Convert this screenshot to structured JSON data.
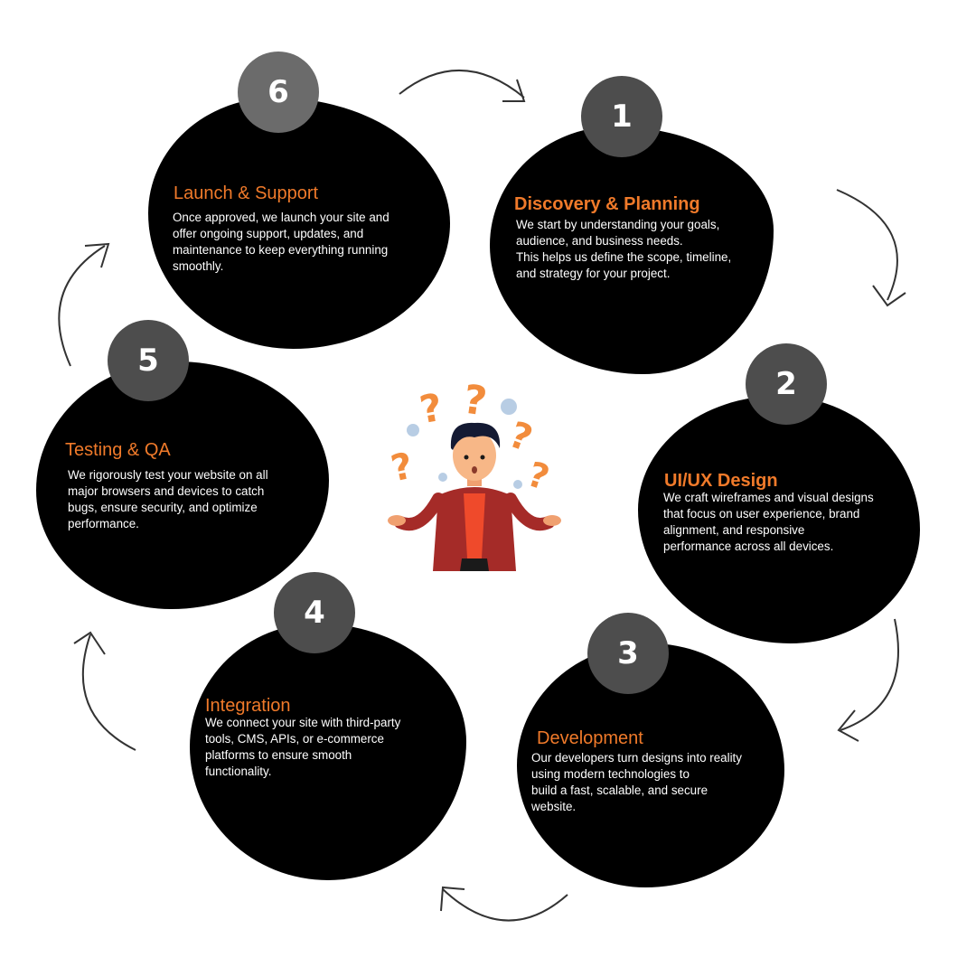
{
  "steps": [
    {
      "number": "1",
      "title": "Discovery & Planning",
      "lines": [
        "We start by understanding your goals,",
        "audience, and business needs.",
        "This helps us define the scope, timeline,",
        "and strategy for your project."
      ]
    },
    {
      "number": "2",
      "title": "UI/UX Design",
      "lines": [
        "We craft wireframes and visual designs",
        "that focus on user experience, brand",
        "alignment, and responsive",
        "performance across all devices."
      ]
    },
    {
      "number": "3",
      "title": "Development",
      "lines": [
        "Our developers turn designs into reality",
        "using modern technologies to",
        "build a fast, scalable, and secure",
        "website."
      ]
    },
    {
      "number": "4",
      "title": "Integration",
      "lines": [
        "We connect your site with third-party",
        "tools, CMS, APIs, or e-commerce",
        "platforms to ensure smooth",
        " functionality."
      ]
    },
    {
      "number": "5",
      "title": "Testing & QA",
      "lines": [
        "We rigorously test your website on all",
        "major browsers and devices to catch",
        "bugs, ensure security, and optimize",
        "performance."
      ]
    },
    {
      "number": "6",
      "title": "Launch & Support",
      "lines": [
        "Once approved, we launch your site and",
        "offer ongoing support, updates, and",
        "maintenance to keep everything running",
        "smoothly."
      ]
    }
  ],
  "colors": {
    "accent": "#f07a2a",
    "blob": "#000000",
    "badge": "#4d4d4d",
    "text": "#ffffff"
  },
  "illustration": {
    "name": "confused-person-icon",
    "symbols": [
      "?",
      "?",
      "?",
      "?",
      "?"
    ]
  }
}
